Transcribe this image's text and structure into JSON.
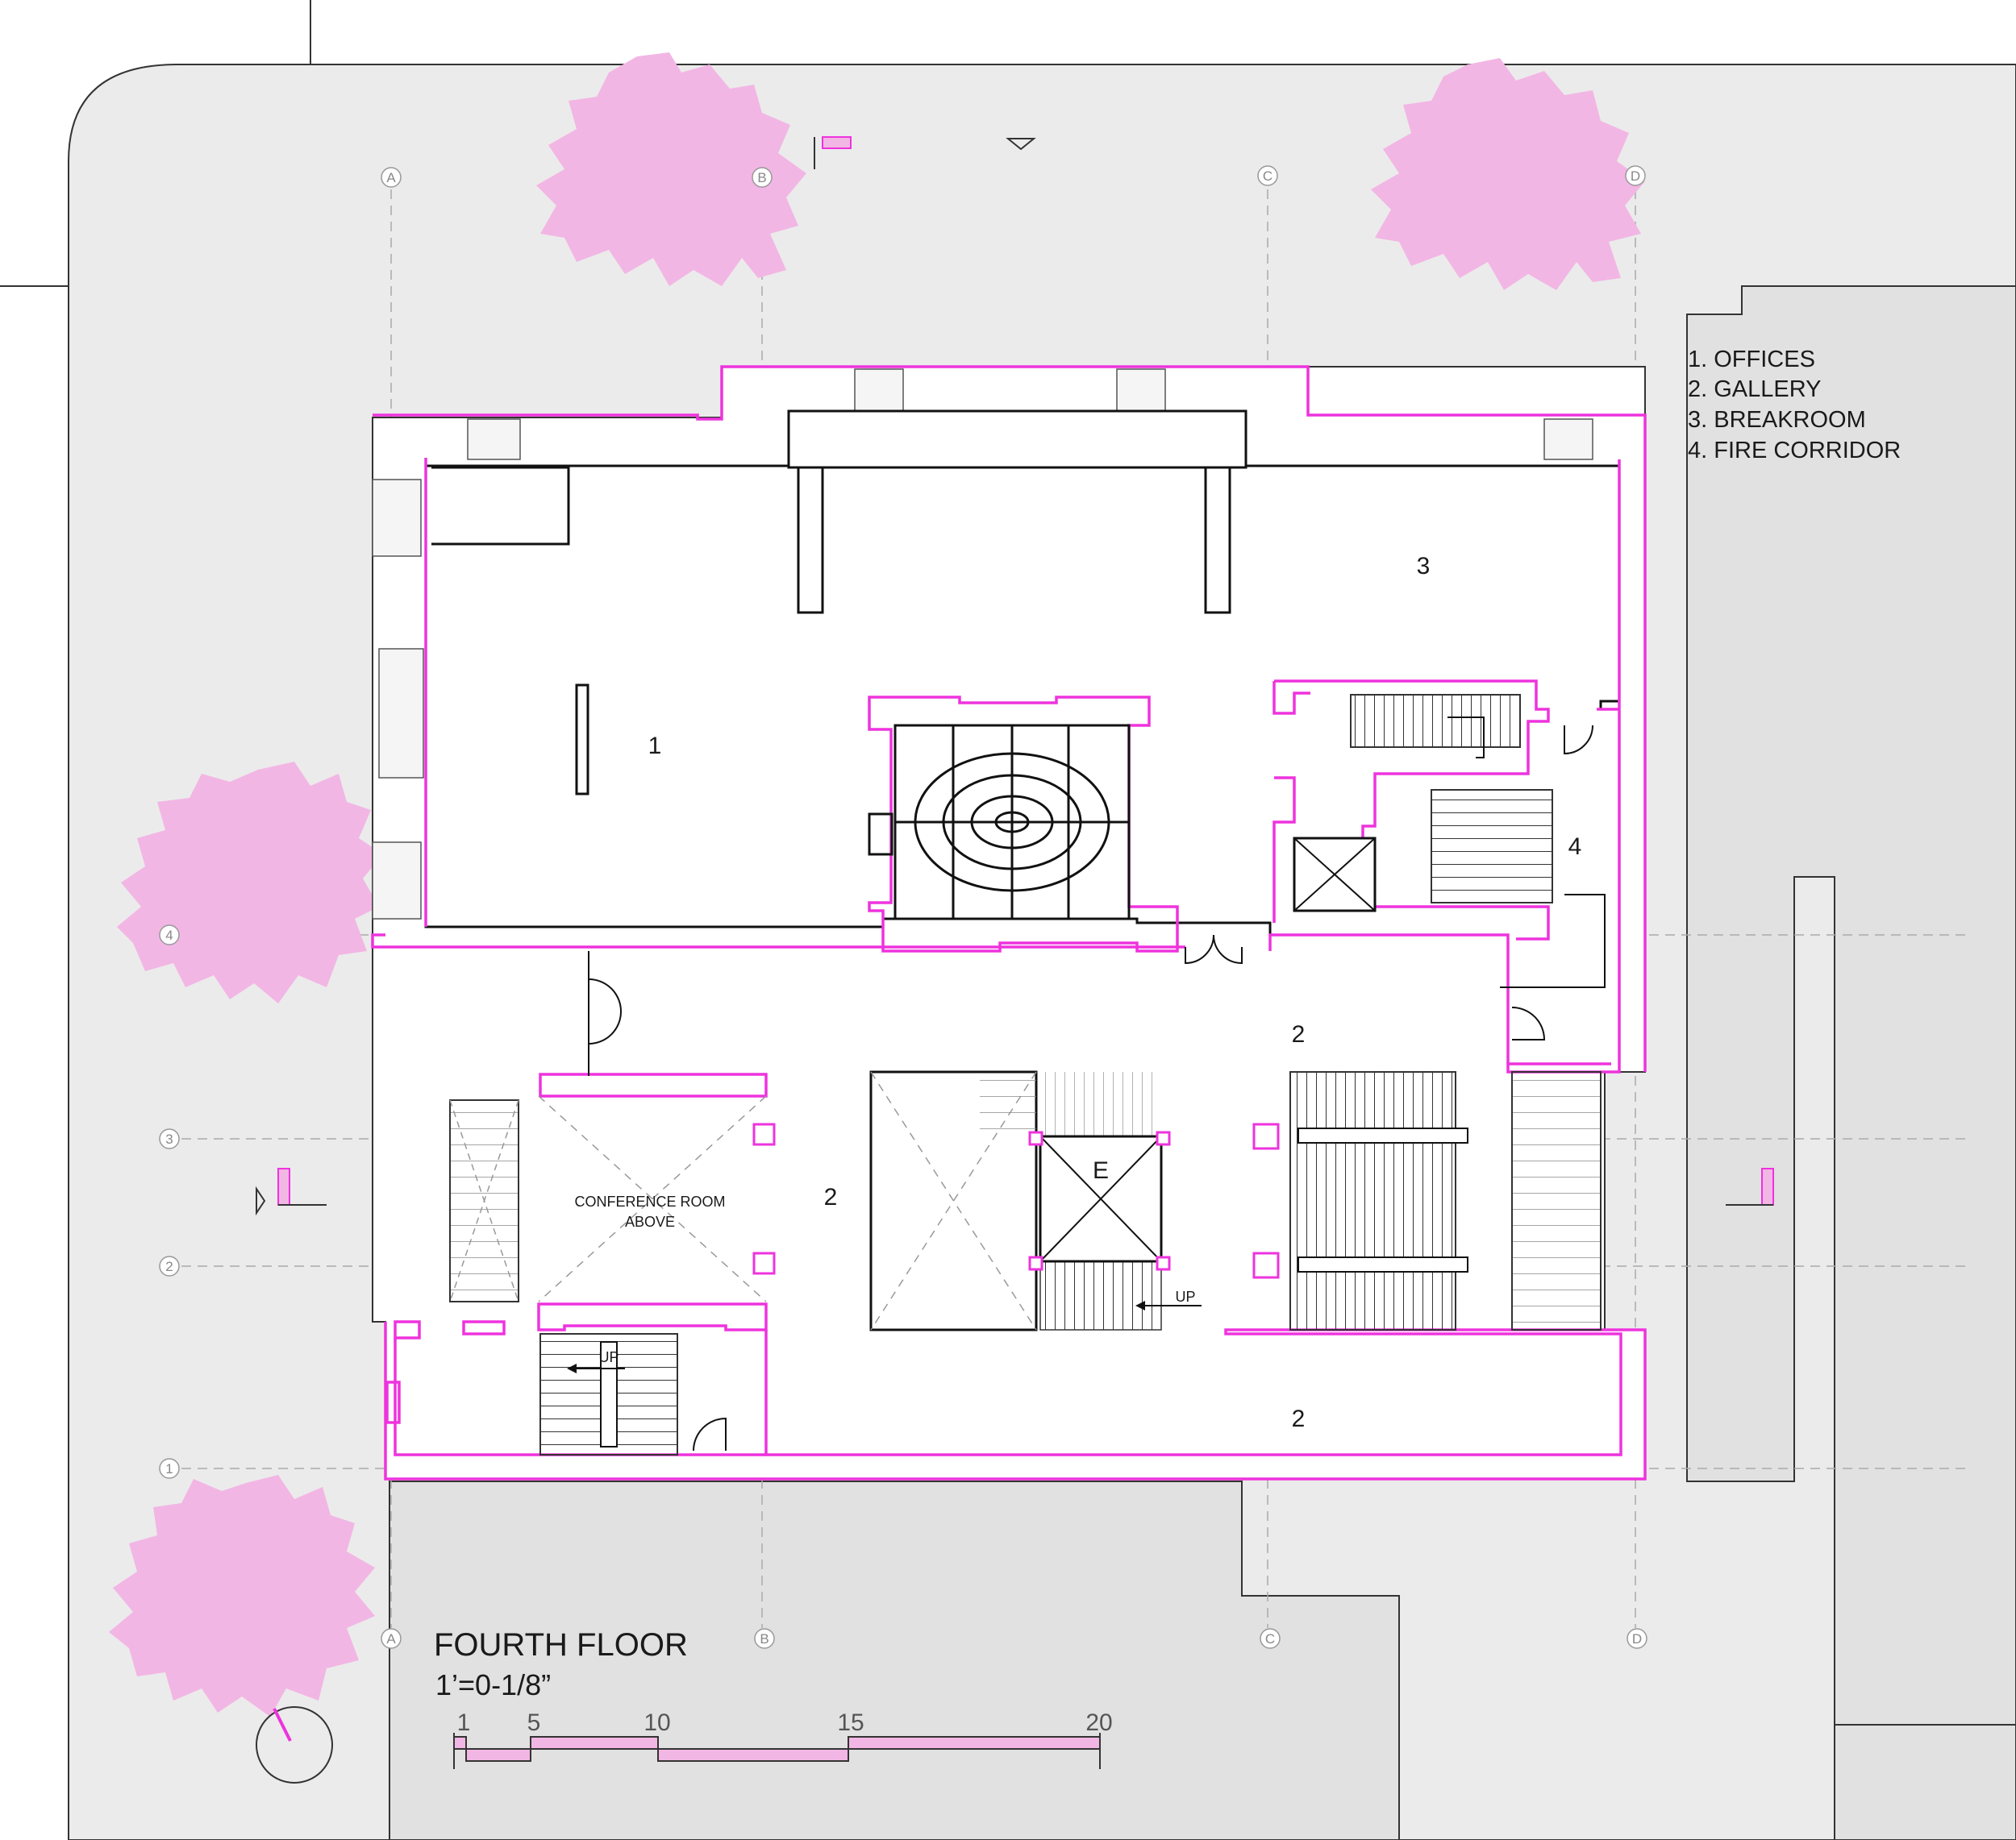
{
  "title": "FOURTH FLOOR",
  "scale_note": "1’=0-1/8”",
  "legend": [
    "1. OFFICES",
    "2.  GALLERY",
    "3. BREAKROOM",
    "4.  FIRE CORRIDOR"
  ],
  "rooms": {
    "offices": "1",
    "breakroom": "3",
    "fire_corridor": "4",
    "gallery_upper": "2",
    "gallery_mid": "2",
    "gallery_lower": "2",
    "elevator": "E"
  },
  "conference_room": [
    "CONFERENCE ROOM",
    "ABOVE"
  ],
  "stair_labels": {
    "up_center": "UP",
    "up_left": "UP"
  },
  "grid_columns": {
    "a": "A",
    "b": "B",
    "c": "C",
    "d": "D"
  },
  "grid_rows": {
    "r4": "4",
    "r3": "3",
    "r2": "2",
    "r1": "1"
  },
  "scale_bar": {
    "ticks": [
      "1",
      "5",
      "10",
      "15",
      "20"
    ]
  },
  "colors": {
    "accent": "#ee33dd",
    "tree": "#f2b6e4",
    "gallery_fill": "#fde6f8",
    "site_gray": "#ebebeb",
    "neighbor_gray": "#e1e1e1",
    "line": "#1a1a1a"
  }
}
